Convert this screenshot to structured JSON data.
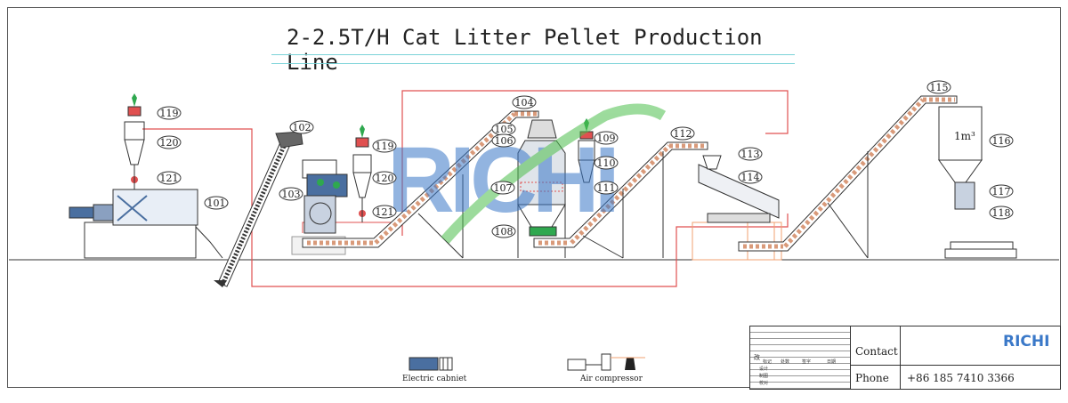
{
  "title": "2-2.5T/H Cat Litter Pellet Production Line",
  "watermark": "RICHI",
  "callouts": [
    {
      "id": "t101",
      "text": "101"
    },
    {
      "id": "t102",
      "text": "102"
    },
    {
      "id": "t103",
      "text": "103"
    },
    {
      "id": "t104",
      "text": "104"
    },
    {
      "id": "t105",
      "text": "105"
    },
    {
      "id": "t106",
      "text": "106"
    },
    {
      "id": "t107",
      "text": "107"
    },
    {
      "id": "t108",
      "text": "108"
    },
    {
      "id": "t109",
      "text": "109"
    },
    {
      "id": "t110",
      "text": "110"
    },
    {
      "id": "t111",
      "text": "111"
    },
    {
      "id": "t112",
      "text": "112"
    },
    {
      "id": "t113",
      "text": "113"
    },
    {
      "id": "t114",
      "text": "114"
    },
    {
      "id": "t115",
      "text": "115"
    },
    {
      "id": "t116",
      "text": "116"
    },
    {
      "id": "t117",
      "text": "117"
    },
    {
      "id": "t118",
      "text": "118"
    },
    {
      "id": "t119a",
      "text": "119"
    },
    {
      "id": "t120a",
      "text": "120"
    },
    {
      "id": "t121a",
      "text": "121"
    },
    {
      "id": "t119b",
      "text": "119"
    },
    {
      "id": "t120b",
      "text": "120"
    },
    {
      "id": "t121b",
      "text": "121"
    }
  ],
  "silo_label": "1m³",
  "legend": {
    "electric_cabinet": "Electric cabniet",
    "air_compressor": "Air compressor"
  },
  "title_block": {
    "contact_label": "Contact",
    "phone_label": "Phone",
    "phone_value": "+86 185 7410 3366",
    "logo": "RICHI",
    "revision_mark": "改",
    "grid_headers": [
      "标记",
      "处数",
      "签字",
      "日期"
    ],
    "grid_rows": [
      "设计",
      "制图",
      "校对"
    ]
  },
  "colors": {
    "line": "#333333",
    "red_pipe": "#e05050",
    "conveyor_fill": "#d99a7a",
    "orange_frame": "#f0a070",
    "machine_blue": "#4a6fa0",
    "accent_green": "#2fa84f",
    "watermark_blue": "#3a78c8",
    "watermark_green": "#4cbf4c"
  }
}
